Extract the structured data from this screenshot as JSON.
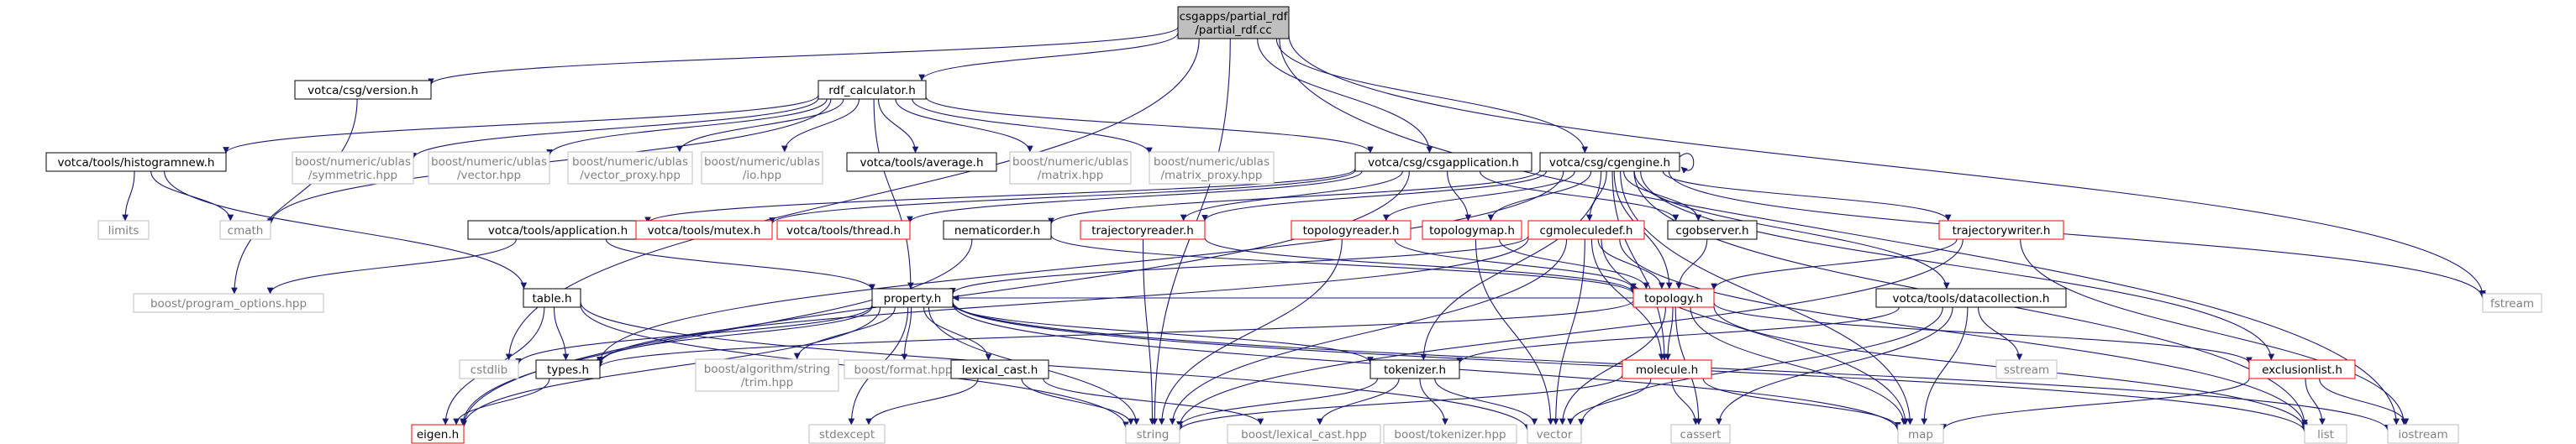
{
  "graph": {
    "nodes": [
      {
        "id": "partial_rdf",
        "lines": [
          "csgapps/partial_rdf",
          "/partial_rdf.cc"
        ],
        "style": "root"
      },
      {
        "id": "version",
        "lines": [
          "votca/csg/version.h"
        ],
        "style": "black"
      },
      {
        "id": "rdf_calculator",
        "lines": [
          "rdf_calculator.h"
        ],
        "style": "black"
      },
      {
        "id": "histogramnew",
        "lines": [
          "votca/tools/histogramnew.h"
        ],
        "style": "black"
      },
      {
        "id": "symmetric",
        "lines": [
          "boost/numeric/ublas",
          "/symmetric.hpp"
        ],
        "style": "gray"
      },
      {
        "id": "vector_hpp",
        "lines": [
          "boost/numeric/ublas",
          "/vector.hpp"
        ],
        "style": "gray"
      },
      {
        "id": "vector_proxy",
        "lines": [
          "boost/numeric/ublas",
          "/vector_proxy.hpp"
        ],
        "style": "gray"
      },
      {
        "id": "io_hpp",
        "lines": [
          "boost/numeric/ublas",
          "/io.hpp"
        ],
        "style": "gray"
      },
      {
        "id": "average",
        "lines": [
          "votca/tools/average.h"
        ],
        "style": "black"
      },
      {
        "id": "matrix_hpp",
        "lines": [
          "boost/numeric/ublas",
          "/matrix.hpp"
        ],
        "style": "gray"
      },
      {
        "id": "matrix_proxy",
        "lines": [
          "boost/numeric/ublas",
          "/matrix_proxy.hpp"
        ],
        "style": "gray"
      },
      {
        "id": "csgapplication",
        "lines": [
          "votca/csg/csgapplication.h"
        ],
        "style": "black"
      },
      {
        "id": "cgengine",
        "lines": [
          "votca/csg/cgengine.h"
        ],
        "style": "black"
      },
      {
        "id": "limits",
        "lines": [
          "limits"
        ],
        "style": "gray"
      },
      {
        "id": "cmath",
        "lines": [
          "cmath"
        ],
        "style": "gray"
      },
      {
        "id": "application",
        "lines": [
          "votca/tools/application.h"
        ],
        "style": "black"
      },
      {
        "id": "mutex",
        "lines": [
          "votca/tools/mutex.h"
        ],
        "style": "red"
      },
      {
        "id": "thread",
        "lines": [
          "votca/tools/thread.h"
        ],
        "style": "red"
      },
      {
        "id": "nematicorder",
        "lines": [
          "nematicorder.h"
        ],
        "style": "black"
      },
      {
        "id": "trajectoryreader",
        "lines": [
          "trajectoryreader.h"
        ],
        "style": "red"
      },
      {
        "id": "topologyreader",
        "lines": [
          "topologyreader.h"
        ],
        "style": "red"
      },
      {
        "id": "topologymap",
        "lines": [
          "topologymap.h"
        ],
        "style": "red"
      },
      {
        "id": "cgmoleculedef",
        "lines": [
          "cgmoleculedef.h"
        ],
        "style": "red"
      },
      {
        "id": "cgobserver",
        "lines": [
          "cgobserver.h"
        ],
        "style": "black"
      },
      {
        "id": "trajectorywriter",
        "lines": [
          "trajectorywriter.h"
        ],
        "style": "red"
      },
      {
        "id": "fstream",
        "lines": [
          "fstream"
        ],
        "style": "gray"
      },
      {
        "id": "program_options",
        "lines": [
          "boost/program_options.hpp"
        ],
        "style": "gray"
      },
      {
        "id": "table",
        "lines": [
          "table.h"
        ],
        "style": "black"
      },
      {
        "id": "property",
        "lines": [
          "property.h"
        ],
        "style": "black"
      },
      {
        "id": "topology",
        "lines": [
          "topology.h"
        ],
        "style": "red"
      },
      {
        "id": "datacollection",
        "lines": [
          "votca/tools/datacollection.h"
        ],
        "style": "black"
      },
      {
        "id": "cstdlib",
        "lines": [
          "cstdlib"
        ],
        "style": "gray"
      },
      {
        "id": "types",
        "lines": [
          "types.h"
        ],
        "style": "black"
      },
      {
        "id": "algorithm_trim",
        "lines": [
          "boost/algorithm/string",
          "/trim.hpp"
        ],
        "style": "gray"
      },
      {
        "id": "format",
        "lines": [
          "boost/format.hpp"
        ],
        "style": "gray"
      },
      {
        "id": "lexical_cast_h",
        "lines": [
          "lexical_cast.h"
        ],
        "style": "black"
      },
      {
        "id": "tokenizer_h",
        "lines": [
          "tokenizer.h"
        ],
        "style": "black"
      },
      {
        "id": "molecule",
        "lines": [
          "molecule.h"
        ],
        "style": "red"
      },
      {
        "id": "sstream",
        "lines": [
          "sstream"
        ],
        "style": "gray"
      },
      {
        "id": "exclusionlist",
        "lines": [
          "exclusionlist.h"
        ],
        "style": "red"
      },
      {
        "id": "eigen",
        "lines": [
          "eigen.h"
        ],
        "style": "red"
      },
      {
        "id": "stdexcept",
        "lines": [
          "stdexcept"
        ],
        "style": "gray"
      },
      {
        "id": "string",
        "lines": [
          "string"
        ],
        "style": "gray"
      },
      {
        "id": "boost_lexical_cast",
        "lines": [
          "boost/lexical_cast.hpp"
        ],
        "style": "gray"
      },
      {
        "id": "boost_tokenizer",
        "lines": [
          "boost/tokenizer.hpp"
        ],
        "style": "gray"
      },
      {
        "id": "vector",
        "lines": [
          "vector"
        ],
        "style": "gray"
      },
      {
        "id": "cassert",
        "lines": [
          "cassert"
        ],
        "style": "gray"
      },
      {
        "id": "map",
        "lines": [
          "map"
        ],
        "style": "gray"
      },
      {
        "id": "list",
        "lines": [
          "list"
        ],
        "style": "gray"
      },
      {
        "id": "iostream",
        "lines": [
          "iostream"
        ],
        "style": "gray"
      }
    ],
    "edges": [
      [
        "partial_rdf",
        "version"
      ],
      [
        "partial_rdf",
        "rdf_calculator"
      ],
      [
        "partial_rdf",
        "csgapplication"
      ],
      [
        "partial_rdf",
        "cgengine"
      ],
      [
        "partial_rdf",
        "fstream"
      ],
      [
        "partial_rdf",
        "iostream"
      ],
      [
        "partial_rdf",
        "cstdlib"
      ],
      [
        "partial_rdf",
        "string"
      ],
      [
        "version",
        "program_options"
      ],
      [
        "rdf_calculator",
        "histogramnew"
      ],
      [
        "rdf_calculator",
        "symmetric"
      ],
      [
        "rdf_calculator",
        "vector_hpp"
      ],
      [
        "rdf_calculator",
        "vector_proxy"
      ],
      [
        "rdf_calculator",
        "io_hpp"
      ],
      [
        "rdf_calculator",
        "average"
      ],
      [
        "rdf_calculator",
        "matrix_hpp"
      ],
      [
        "rdf_calculator",
        "matrix_proxy"
      ],
      [
        "rdf_calculator",
        "csgapplication"
      ],
      [
        "rdf_calculator",
        "cmath"
      ],
      [
        "rdf_calculator",
        "property"
      ],
      [
        "histogramnew",
        "limits"
      ],
      [
        "histogramnew",
        "cmath"
      ],
      [
        "histogramnew",
        "table"
      ],
      [
        "csgapplication",
        "application"
      ],
      [
        "csgapplication",
        "mutex"
      ],
      [
        "csgapplication",
        "thread"
      ],
      [
        "csgapplication",
        "trajectoryreader"
      ],
      [
        "csgapplication",
        "topologymap"
      ],
      [
        "csgapplication",
        "cgobserver"
      ],
      [
        "csgapplication",
        "eigen"
      ],
      [
        "cgengine",
        "cgengine"
      ],
      [
        "cgengine",
        "nematicorder"
      ],
      [
        "cgengine",
        "trajectoryreader"
      ],
      [
        "cgengine",
        "topologyreader"
      ],
      [
        "cgengine",
        "topologymap"
      ],
      [
        "cgengine",
        "cgmoleculedef"
      ],
      [
        "cgengine",
        "cgobserver"
      ],
      [
        "cgengine",
        "trajectorywriter"
      ],
      [
        "cgengine",
        "datacollection"
      ],
      [
        "cgengine",
        "topology"
      ],
      [
        "cgengine",
        "tokenizer_h"
      ],
      [
        "cgengine",
        "fstream"
      ],
      [
        "cgengine",
        "list"
      ],
      [
        "cgengine",
        "map"
      ],
      [
        "cgengine",
        "molecule"
      ],
      [
        "cgengine",
        "types"
      ],
      [
        "cgengine",
        "exclusionlist"
      ],
      [
        "application",
        "program_options"
      ],
      [
        "application",
        "property"
      ],
      [
        "nematicorder",
        "topology"
      ],
      [
        "nematicorder",
        "eigen"
      ],
      [
        "trajectoryreader",
        "topology"
      ],
      [
        "trajectoryreader",
        "string"
      ],
      [
        "topologyreader",
        "topology"
      ],
      [
        "topologyreader",
        "string"
      ],
      [
        "topologymap",
        "topology"
      ],
      [
        "topologymap",
        "vector"
      ],
      [
        "cgmoleculedef",
        "topology"
      ],
      [
        "cgmoleculedef",
        "property"
      ],
      [
        "cgmoleculedef",
        "molecule"
      ],
      [
        "cgmoleculedef",
        "vector"
      ],
      [
        "cgmoleculedef",
        "string"
      ],
      [
        "cgmoleculedef",
        "map"
      ],
      [
        "cgmoleculedef",
        "types"
      ],
      [
        "cgmoleculedef",
        "list"
      ],
      [
        "cgobserver",
        "topology"
      ],
      [
        "trajectorywriter",
        "topology"
      ],
      [
        "trajectorywriter",
        "iostream"
      ],
      [
        "trajectorywriter",
        "string"
      ],
      [
        "table",
        "types"
      ],
      [
        "table",
        "eigen"
      ],
      [
        "table",
        "string"
      ],
      [
        "table",
        "vector"
      ],
      [
        "property",
        "cstdlib"
      ],
      [
        "property",
        "types"
      ],
      [
        "property",
        "algorithm_trim"
      ],
      [
        "property",
        "format"
      ],
      [
        "property",
        "lexical_cast_h"
      ],
      [
        "property",
        "tokenizer_h"
      ],
      [
        "property",
        "stdexcept"
      ],
      [
        "property",
        "string"
      ],
      [
        "property",
        "map"
      ],
      [
        "property",
        "list"
      ],
      [
        "property",
        "iostream"
      ],
      [
        "property",
        "eigen"
      ],
      [
        "topology",
        "types"
      ],
      [
        "topology",
        "molecule"
      ],
      [
        "topology",
        "exclusionlist"
      ],
      [
        "topology",
        "vector"
      ],
      [
        "topology",
        "map"
      ],
      [
        "topology",
        "list"
      ],
      [
        "topology",
        "cassert"
      ],
      [
        "topology",
        "property"
      ],
      [
        "datacollection",
        "tokenizer_h"
      ],
      [
        "datacollection",
        "sstream"
      ],
      [
        "datacollection",
        "map"
      ],
      [
        "datacollection",
        "vector"
      ],
      [
        "datacollection",
        "cassert"
      ],
      [
        "types",
        "eigen"
      ],
      [
        "lexical_cast_h",
        "stdexcept"
      ],
      [
        "lexical_cast_h",
        "string"
      ],
      [
        "lexical_cast_h",
        "boost_lexical_cast"
      ],
      [
        "tokenizer_h",
        "string"
      ],
      [
        "tokenizer_h",
        "boost_tokenizer"
      ],
      [
        "tokenizer_h",
        "vector"
      ],
      [
        "tokenizer_h",
        "boost_lexical_cast"
      ],
      [
        "molecule",
        "string"
      ],
      [
        "molecule",
        "vector"
      ],
      [
        "molecule",
        "map"
      ],
      [
        "molecule",
        "cassert"
      ],
      [
        "exclusionlist",
        "list"
      ],
      [
        "exclusionlist",
        "map"
      ],
      [
        "exclusionlist",
        "iostream"
      ]
    ]
  }
}
